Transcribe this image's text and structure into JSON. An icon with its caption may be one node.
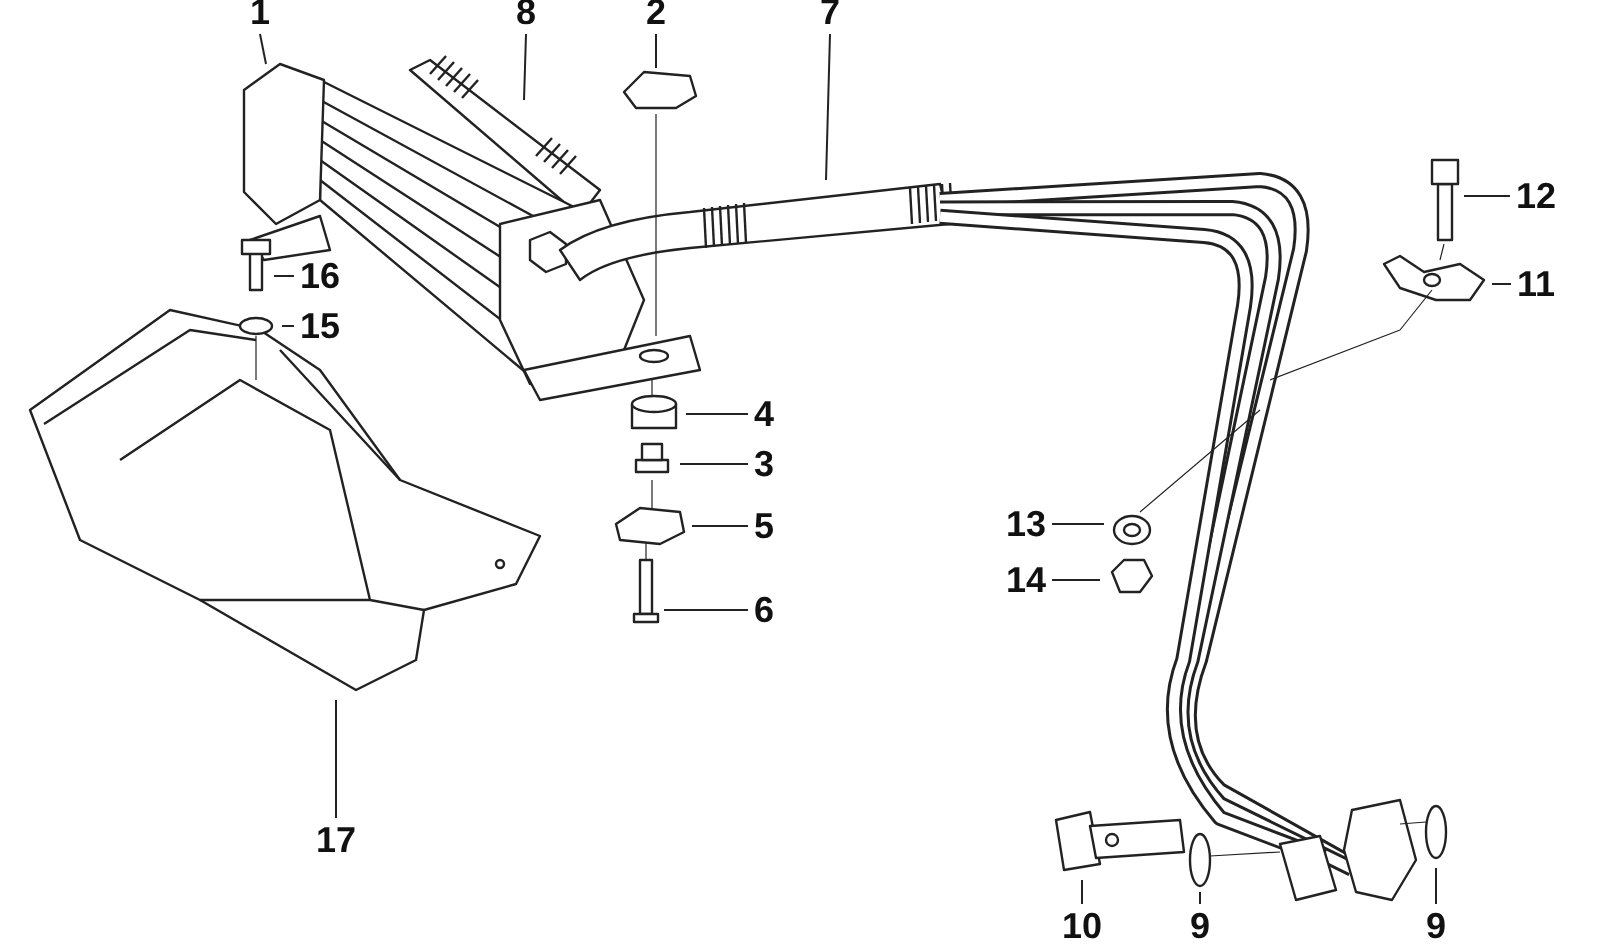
{
  "diagram": {
    "nodes": [
      {
        "text": [
          "1"
        ]
      },
      {
        "text": [
          "8"
        ]
      },
      {
        "text": [
          "2"
        ]
      },
      {
        "text": [
          "7"
        ]
      },
      {
        "text": [
          "12"
        ]
      },
      {
        "text": [
          "16"
        ]
      },
      {
        "text": [
          "11"
        ]
      },
      {
        "text": [
          "15"
        ]
      },
      {
        "text": [
          "4"
        ]
      },
      {
        "text": [
          "3"
        ]
      },
      {
        "text": [
          "13"
        ]
      },
      {
        "text": [
          "5"
        ]
      },
      {
        "text": [
          "14"
        ]
      },
      {
        "text": [
          "6"
        ]
      },
      {
        "text": [
          "17"
        ]
      },
      {
        "text": [
          "10"
        ]
      },
      {
        "text": [
          "9"
        ]
      },
      {
        "text": [
          "9"
        ]
      }
    ],
    "edges": [
      {
        "from": 0,
        "to": null,
        "arrow": "none"
      },
      {
        "from": 1,
        "to": null,
        "arrow": "none"
      },
      {
        "from": 2,
        "to": null,
        "arrow": "none"
      },
      {
        "from": 3,
        "to": null,
        "arrow": "none"
      },
      {
        "from": 4,
        "to": null,
        "arrow": "none"
      },
      {
        "from": 5,
        "to": null,
        "arrow": "none"
      },
      {
        "from": 6,
        "to": null,
        "arrow": "none"
      },
      {
        "from": 7,
        "to": null,
        "arrow": "none"
      },
      {
        "from": 8,
        "to": null,
        "arrow": "none"
      },
      {
        "from": 9,
        "to": null,
        "arrow": "none"
      },
      {
        "from": 10,
        "to": null,
        "arrow": "none"
      },
      {
        "from": 11,
        "to": null,
        "arrow": "none"
      },
      {
        "from": 12,
        "to": null,
        "arrow": "none"
      },
      {
        "from": 13,
        "to": null,
        "arrow": "none"
      },
      {
        "from": 14,
        "to": null,
        "arrow": "none"
      },
      {
        "from": 15,
        "to": null,
        "arrow": "none"
      },
      {
        "from": 16,
        "to": null,
        "arrow": "none"
      },
      {
        "from": 17,
        "to": null,
        "arrow": "none"
      }
    ]
  }
}
